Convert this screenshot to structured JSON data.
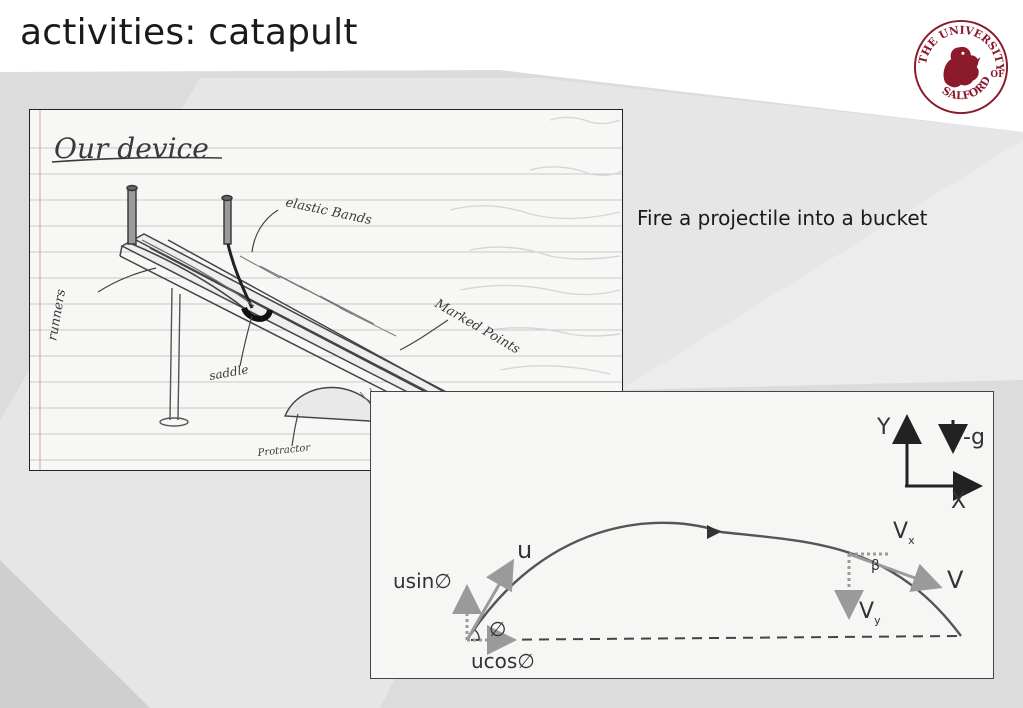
{
  "slide": {
    "title": "activities: catapult",
    "caption": "Fire a projectile into a bucket"
  },
  "logo": {
    "text_top": "THE UNIVERSITY",
    "text_of": "OF",
    "text_bottom": "SALFORD",
    "color": "#8b1a2b"
  },
  "sketch": {
    "heading": "Our device",
    "labels": {
      "elastic_bands": "elastic Bands",
      "runners": "runners",
      "marked_points": "Marked Points",
      "saddle": "saddle",
      "protractor": "Protractor"
    }
  },
  "diagram": {
    "labels": {
      "y_axis": "Y",
      "x_axis": "X",
      "gravity": "-g",
      "u": "u",
      "usin": "usin∅",
      "ucos": "ucos∅",
      "phi": "∅",
      "beta": "β",
      "v": "V",
      "vx_base": "V",
      "vx_sub": "x",
      "vy_base": "V",
      "vy_sub": "y"
    }
  },
  "colors": {
    "background_gray": "#dcdcdc",
    "background_light": "#e9e9e9",
    "background_top": "#f2f2f2"
  }
}
